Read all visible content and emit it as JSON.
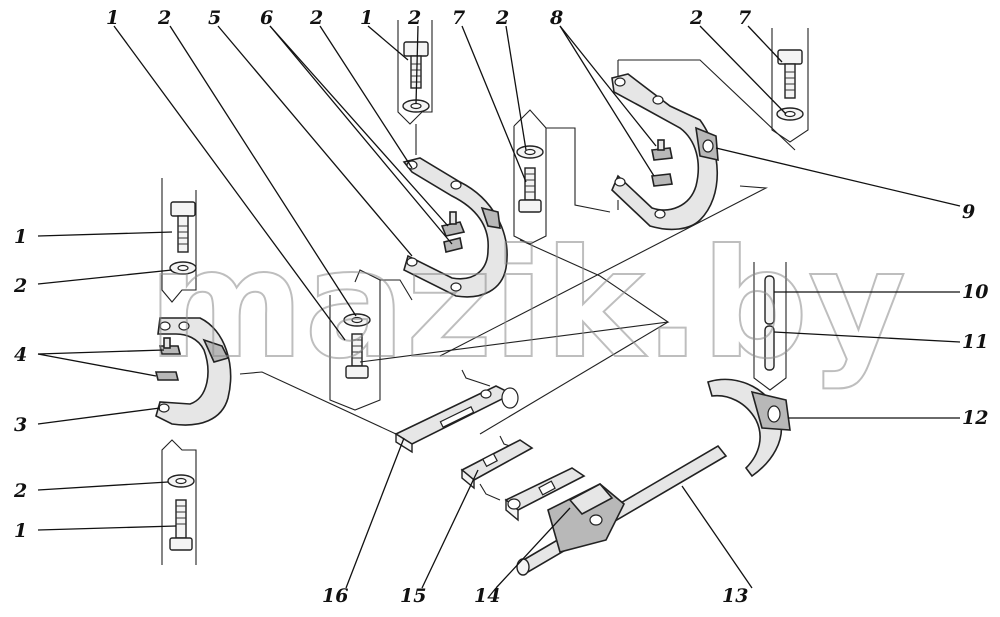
{
  "watermark": "mazik.by",
  "callouts": {
    "n1": "1",
    "n2": "2",
    "n3": "3",
    "n4": "4",
    "n5": "5",
    "n6": "6",
    "n7": "7",
    "n8": "8",
    "n9": "9",
    "n10": "10",
    "n11": "11",
    "n12": "12",
    "n13": "13",
    "n14": "14",
    "n15": "15",
    "n16": "16"
  }
}
